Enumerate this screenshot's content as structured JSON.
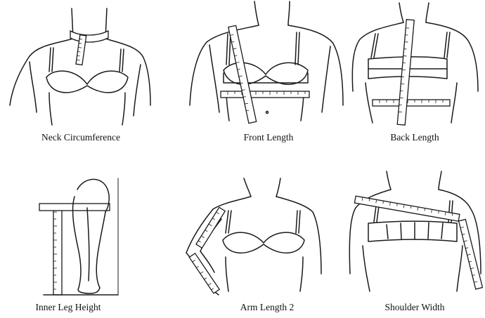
{
  "captions": {
    "neck": "Neck Circumference",
    "front": "Front Length",
    "back": "Back Length",
    "inner_leg": "Inner Leg Height",
    "arm": "Arm Length 2",
    "shoulder": "Shoulder Width"
  },
  "colors": {
    "ink": "#1a1a1a",
    "background": "#ffffff"
  }
}
